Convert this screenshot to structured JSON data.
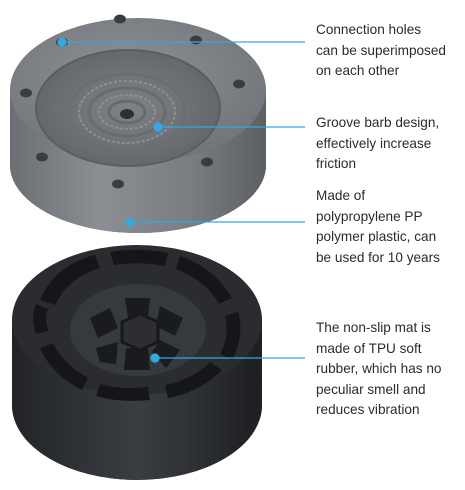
{
  "callouts": [
    {
      "lines": [
        "Connection holes",
        "can be superimposed",
        "on each other"
      ]
    },
    {
      "lines": [
        "Groove barb design,",
        "effectively increase",
        "friction"
      ]
    },
    {
      "lines": [
        "Made of",
        "polypropylene PP",
        "polymer plastic, can",
        "be used for 10 years"
      ]
    },
    {
      "lines": [
        "The non-slip mat is",
        "made of TPU soft",
        "rubber, which has no",
        "peculiar smell and",
        "reduces vibration"
      ]
    }
  ],
  "colors": {
    "top_pad": "#7b7e82",
    "bottom_pad": "#2e3035",
    "pointer": "#35a8e0",
    "text": "#2b2b2b"
  },
  "icons": [
    "pointer-dot"
  ]
}
